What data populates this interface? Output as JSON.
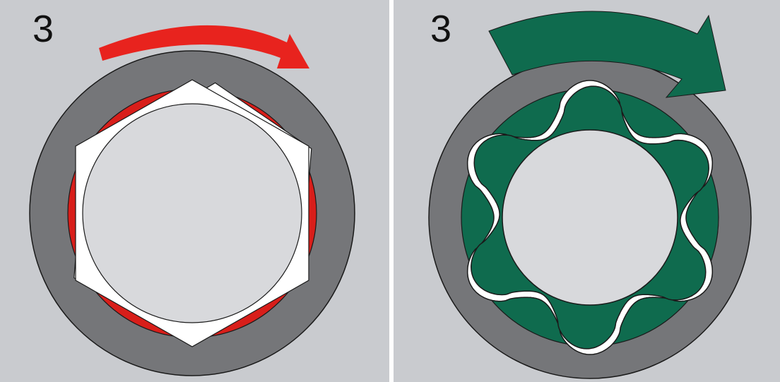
{
  "panels": [
    {
      "id": "hex-socket",
      "step_label": "3",
      "arrow_color": "#e8231e",
      "ring_color": "#757679",
      "contact_color": "#d81e1a",
      "flank_color": "#ffffff"
    },
    {
      "id": "flank-drive-socket",
      "step_label": "3",
      "arrow_color": "#0f6b4e",
      "ring_color": "#757679",
      "body_color": "#0f6b4e",
      "flank_color": "#ffffff"
    }
  ],
  "colors": {
    "background": "#c9cbcf",
    "divider": "#ffffff",
    "bore": "#d8d9dc",
    "outline": "#1a1a1a"
  }
}
